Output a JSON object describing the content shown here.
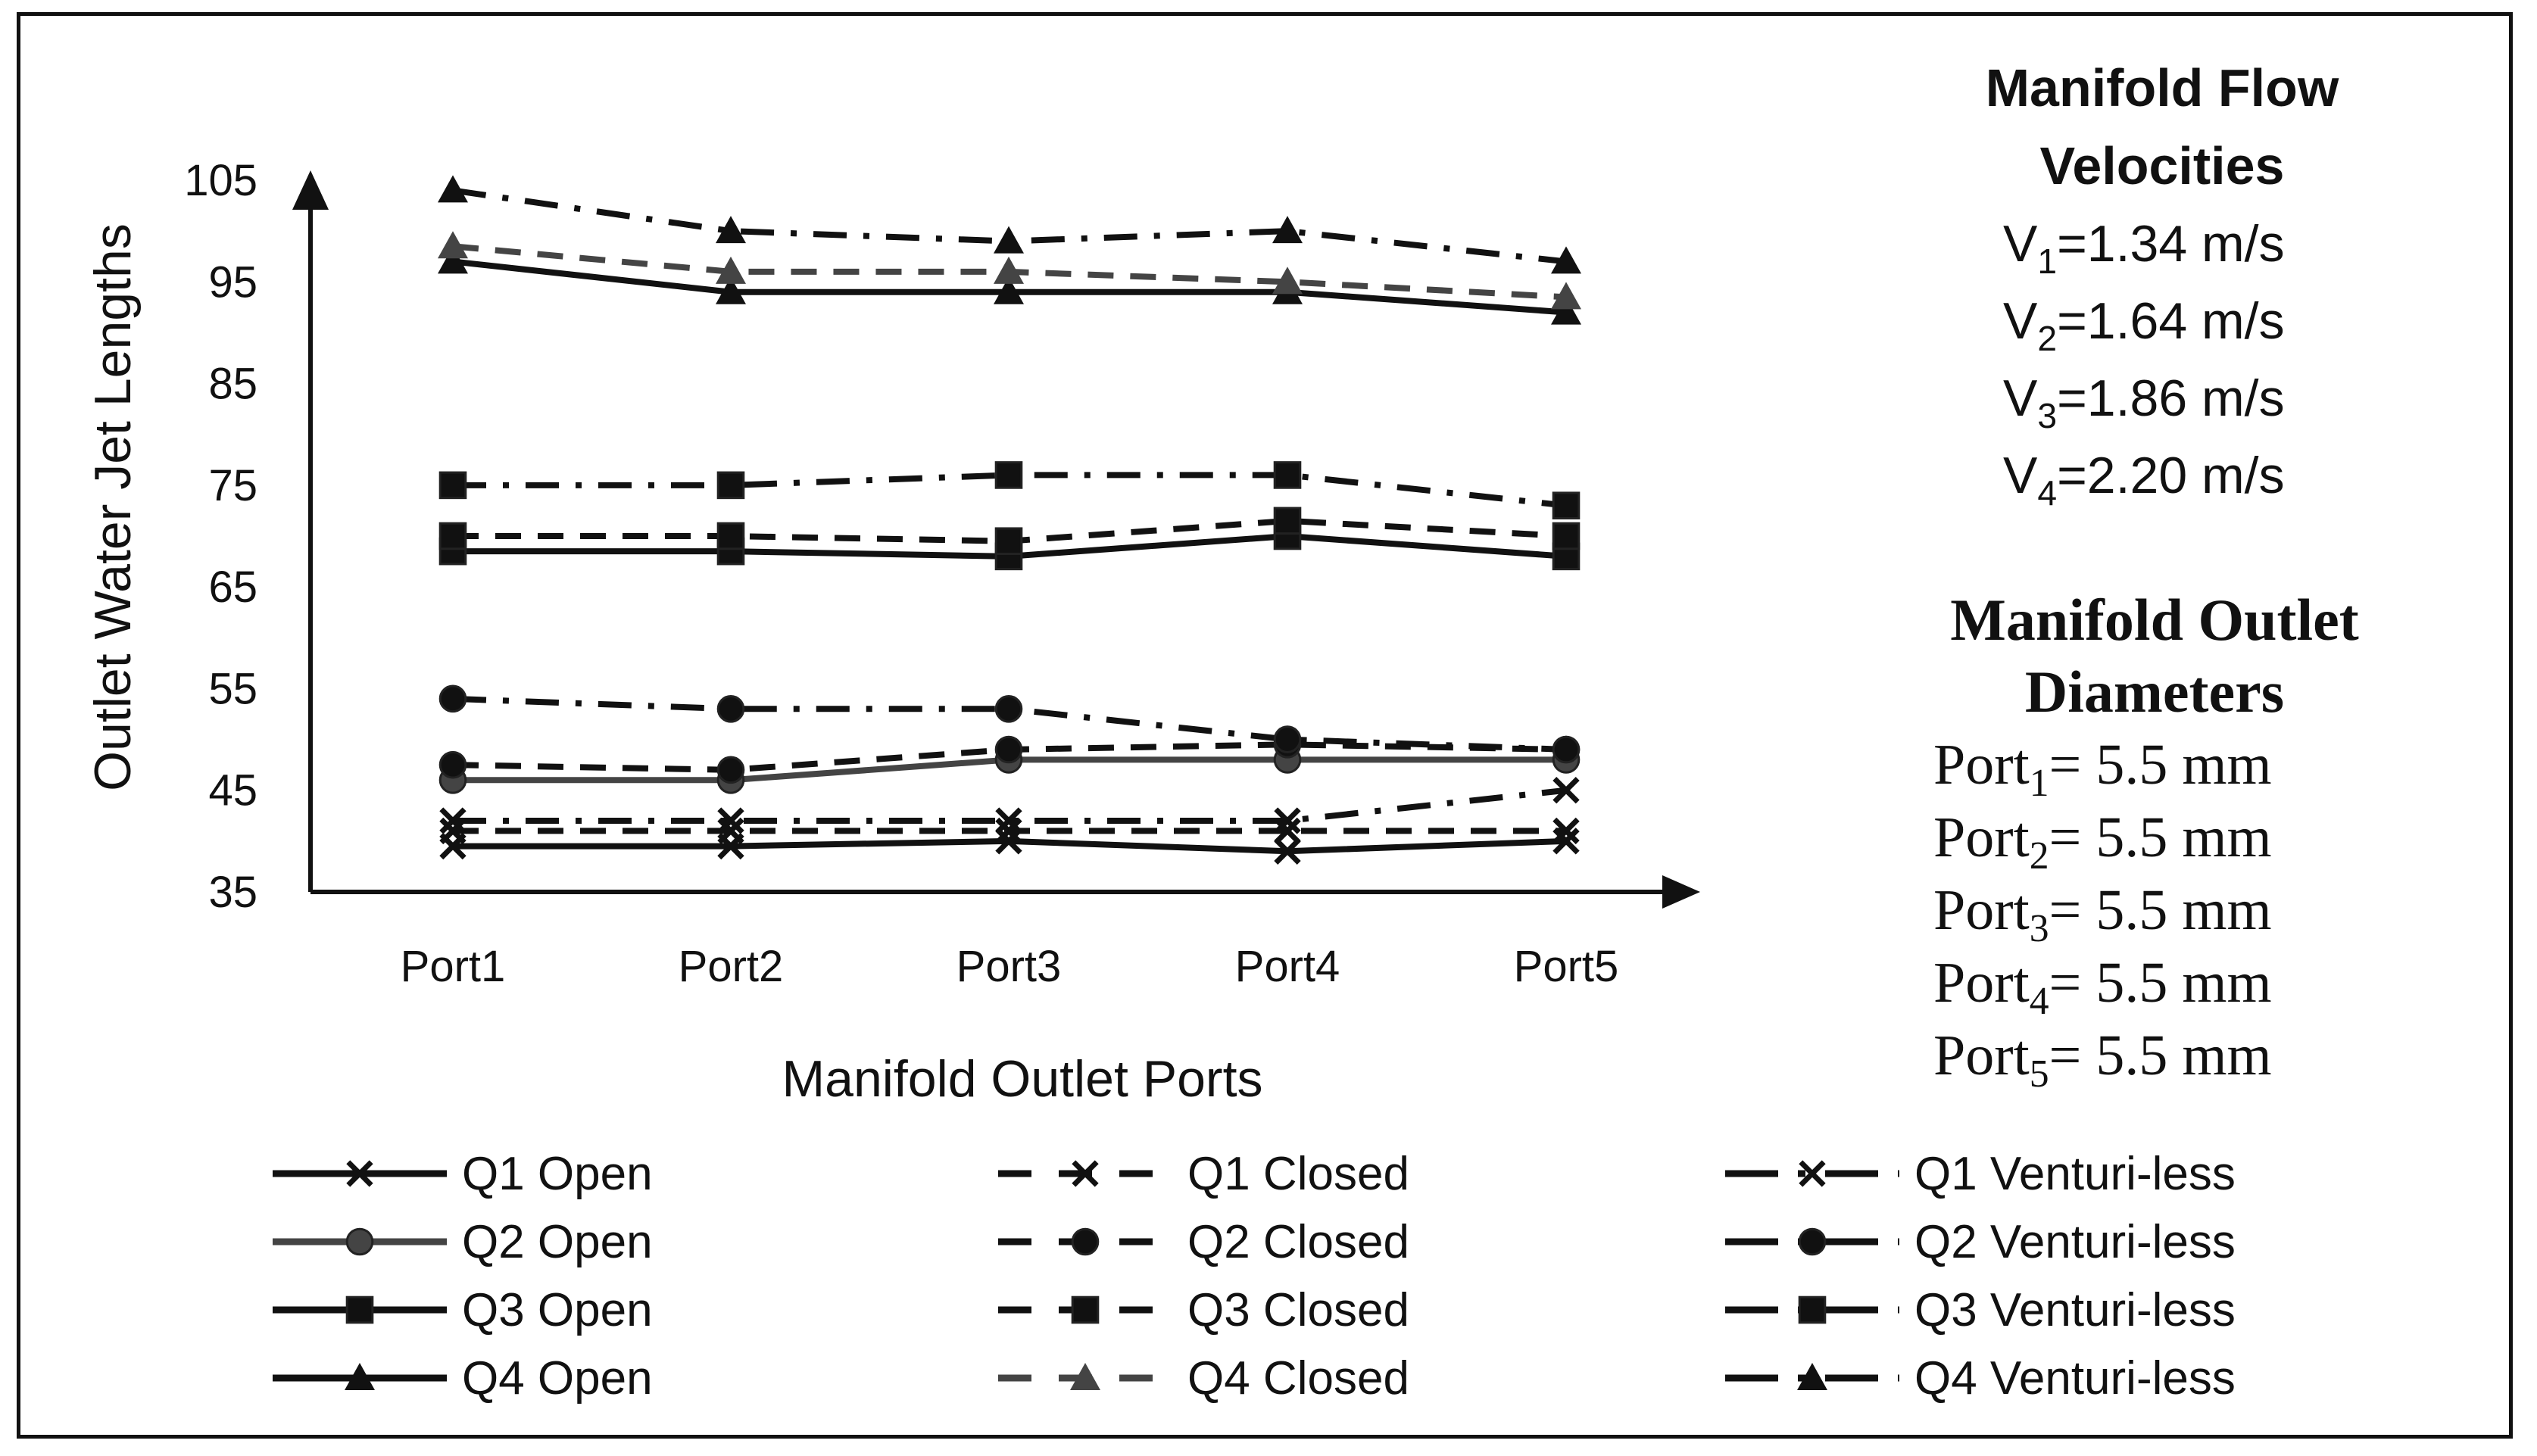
{
  "chart_data": {
    "type": "line",
    "categories": [
      "Port1",
      "Port2",
      "Port3",
      "Port4",
      "Port5"
    ],
    "xlabel": "Manifold Outlet Ports",
    "ylabel": "Outlet Water Jet Lengths",
    "ylim": [
      35,
      105
    ],
    "yticks": [
      "35",
      "45",
      "55",
      "65",
      "75",
      "85",
      "95",
      "105"
    ],
    "grid": false,
    "legend_position": "bottom",
    "series": [
      {
        "name": "Q1 Open",
        "values": [
          39.5,
          39.5,
          40,
          39,
          40
        ],
        "marker": "x",
        "dash": "solid",
        "color": "#111111"
      },
      {
        "name": "Q1 Closed",
        "values": [
          41,
          41,
          41,
          41,
          41
        ],
        "marker": "x",
        "dash": "dash",
        "color": "#111111"
      },
      {
        "name": "Q1 Venturi-less",
        "values": [
          42,
          42,
          42,
          42,
          45
        ],
        "marker": "x",
        "dash": "dashdot",
        "color": "#111111"
      },
      {
        "name": "Q2 Open",
        "values": [
          46,
          46,
          48,
          48,
          48
        ],
        "marker": "circle",
        "dash": "solid",
        "color": "#444444"
      },
      {
        "name": "Q2 Closed",
        "values": [
          47.5,
          47,
          49,
          49.5,
          49
        ],
        "marker": "circle",
        "dash": "dash",
        "color": "#111111"
      },
      {
        "name": "Q2 Venturi-less",
        "values": [
          54,
          53,
          53,
          50,
          49
        ],
        "marker": "circle",
        "dash": "dashdot",
        "color": "#111111"
      },
      {
        "name": "Q3 Open",
        "values": [
          68.5,
          68.5,
          68,
          70,
          68
        ],
        "marker": "square",
        "dash": "solid",
        "color": "#111111"
      },
      {
        "name": "Q3 Closed",
        "values": [
          70,
          70,
          69.5,
          71.5,
          70
        ],
        "marker": "square",
        "dash": "dash",
        "color": "#111111"
      },
      {
        "name": "Q3 Venturi-less",
        "values": [
          75,
          75,
          76,
          76,
          73
        ],
        "marker": "square",
        "dash": "dashdot",
        "color": "#111111"
      },
      {
        "name": "Q4 Open",
        "values": [
          97,
          94,
          94,
          94,
          92
        ],
        "marker": "triangle",
        "dash": "solid",
        "color": "#111111"
      },
      {
        "name": "Q4 Closed",
        "values": [
          98.5,
          96,
          96,
          95,
          93.5
        ],
        "marker": "triangle",
        "dash": "dash",
        "color": "#444444"
      },
      {
        "name": "Q4 Venturi-less",
        "values": [
          104,
          100,
          99,
          100,
          97
        ],
        "marker": "triangle",
        "dash": "dashdot",
        "color": "#111111"
      }
    ]
  },
  "side_panel": {
    "velocities_title_1": "Manifold Flow",
    "velocities_title_2": "Velocities",
    "velocities": [
      {
        "sym": "V",
        "sub": "1",
        "val": "=1.34 m/s"
      },
      {
        "sym": "V",
        "sub": "2",
        "val": "=1.64 m/s"
      },
      {
        "sym": "V",
        "sub": "3",
        "val": "=1.86 m/s"
      },
      {
        "sym": "V",
        "sub": "4",
        "val": "=2.20 m/s"
      }
    ],
    "diameters_title_1": "Manifold Outlet",
    "diameters_title_2": "Diameters",
    "diameters": [
      {
        "sym": "Port",
        "sub": "1",
        "val": "= 5.5 mm"
      },
      {
        "sym": "Port",
        "sub": "2",
        "val": "= 5.5 mm"
      },
      {
        "sym": "Port",
        "sub": "3",
        "val": "= 5.5 mm"
      },
      {
        "sym": "Port",
        "sub": "4",
        "val": "= 5.5 mm"
      },
      {
        "sym": "Port",
        "sub": "5",
        "val": "= 5.5 mm"
      }
    ]
  }
}
